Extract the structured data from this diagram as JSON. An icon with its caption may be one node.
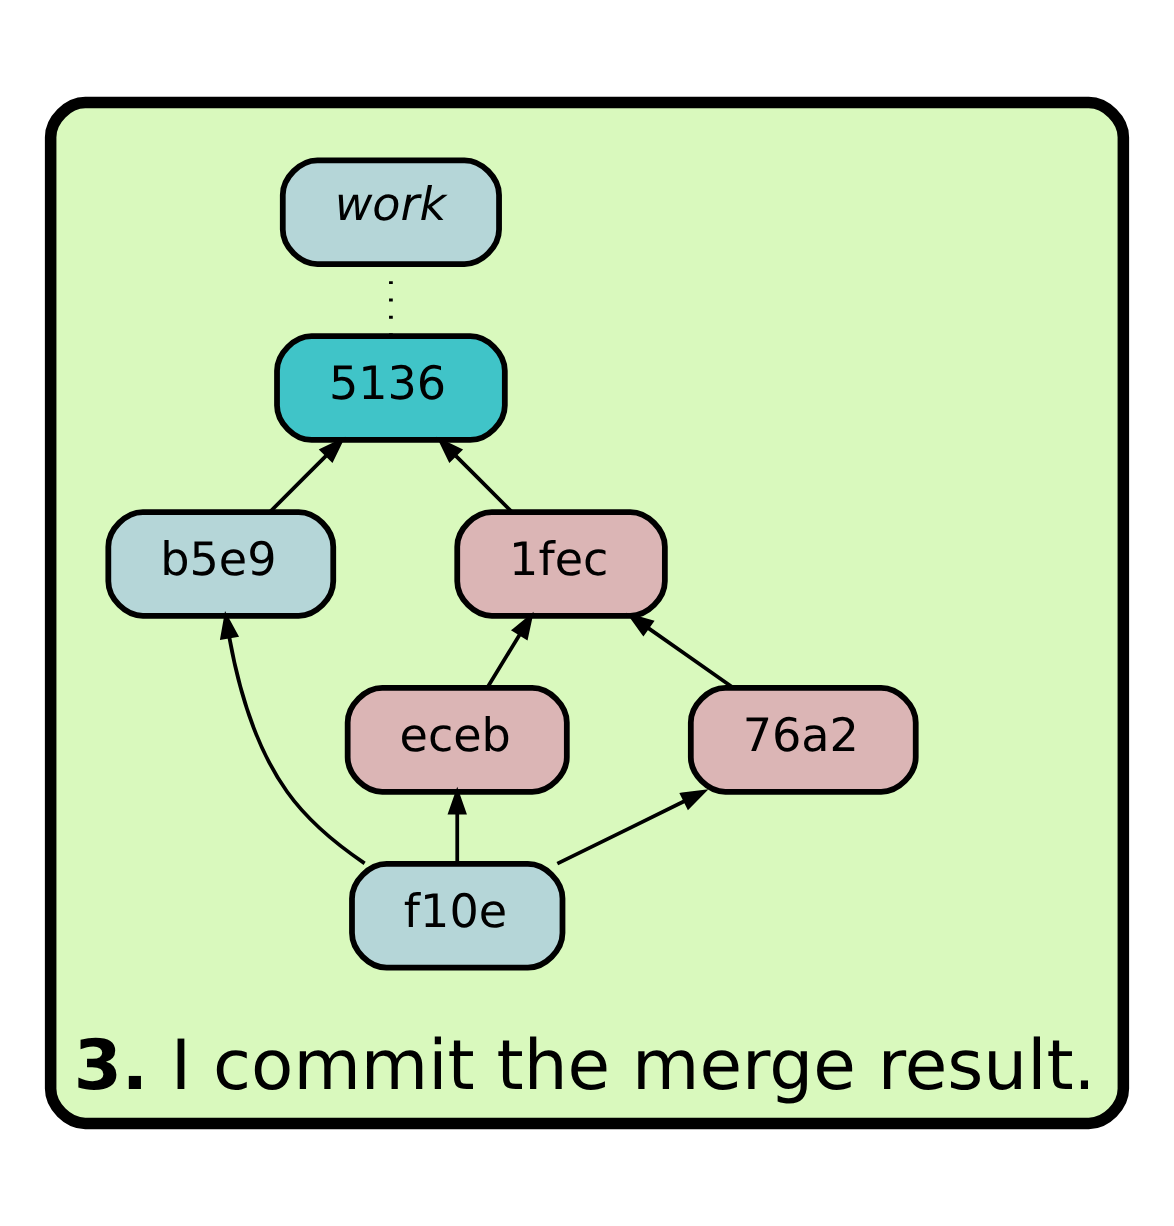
{
  "diagram": {
    "nodes": [
      {
        "text": [
          "**3.** I commit the merge result."
        ]
      },
      {
        "text": [
          "work"
        ],
        "in": 0
      },
      {
        "text": [
          "5136"
        ],
        "in": 0
      },
      {
        "text": [
          "1fec"
        ],
        "in": 0
      },
      {
        "text": [
          "b5e9"
        ],
        "in": 0
      },
      {
        "text": [
          "eceb"
        ],
        "in": 0
      },
      {
        "text": [
          "76a2"
        ],
        "in": 0
      },
      {
        "text": [
          "f10e"
        ],
        "in": 0
      }
    ],
    "edges": [
      {
        "from": 2,
        "to": 1,
        "arrow": "none",
        "style": "dashed"
      },
      {
        "from": 3,
        "to": 2,
        "arrow": "to"
      },
      {
        "from": 4,
        "to": 2,
        "arrow": "to"
      },
      {
        "from": 6,
        "to": 3,
        "arrow": "to"
      },
      {
        "from": 5,
        "to": 3,
        "arrow": "to"
      },
      {
        "from": 7,
        "to": 6,
        "arrow": "to"
      },
      {
        "from": 7,
        "to": 5,
        "arrow": "to"
      },
      {
        "from": 7,
        "to": 4,
        "arrow": "to"
      }
    ]
  }
}
